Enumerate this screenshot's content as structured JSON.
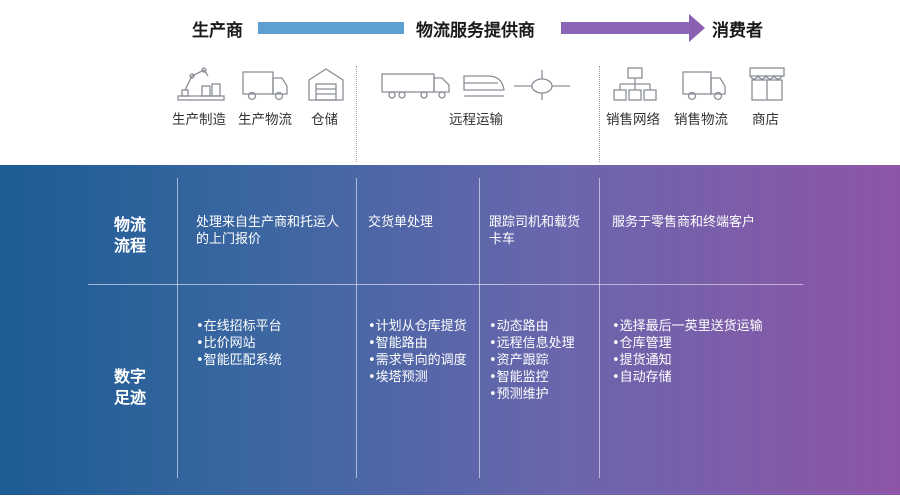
{
  "flow": {
    "producer": "生产商",
    "provider": "物流服务提供商",
    "consumer": "消费者"
  },
  "icons": [
    {
      "name": "robot-arm-icon",
      "caption": "生产制造"
    },
    {
      "name": "delivery-truck-icon",
      "caption": "生产物流"
    },
    {
      "name": "warehouse-icon",
      "caption": "仓储"
    },
    {
      "name": "freight-truck-icon",
      "caption": ""
    },
    {
      "name": "train-icon",
      "caption": ""
    },
    {
      "name": "airplane-icon",
      "caption": ""
    },
    {
      "name": "sales-network-icon",
      "caption": "销售网络"
    },
    {
      "name": "van-icon",
      "caption": "销售物流"
    },
    {
      "name": "store-icon",
      "caption": "商店"
    }
  ],
  "long_haul_caption": "远程运输",
  "rows": {
    "process_label": "物流\n流程",
    "digital_label": "数字\n足迹"
  },
  "process": [
    "处理来自生产商和托运人的上门报价",
    "交货单处理",
    "跟踪司机和载货卡车",
    "服务于零售商和终端客户"
  ],
  "digital": [
    [
      "在线招标平台",
      "比价网站",
      "智能匹配系统"
    ],
    [
      "计划从仓库提货",
      "智能路由",
      "需求导向的调度",
      "埃塔预测"
    ],
    [
      "动态路由",
      "远程信息处理",
      "资产跟踪",
      "智能监控",
      "预测维护"
    ],
    [
      "选择最后一英里送货运输",
      "仓库管理",
      "提货通知",
      "自动存储"
    ]
  ],
  "colors": {
    "blue_bar": "#5b9fd3",
    "purple_bar": "#8a66b5",
    "panel_start": "#1c5c93",
    "panel_end": "#8e55a6"
  }
}
